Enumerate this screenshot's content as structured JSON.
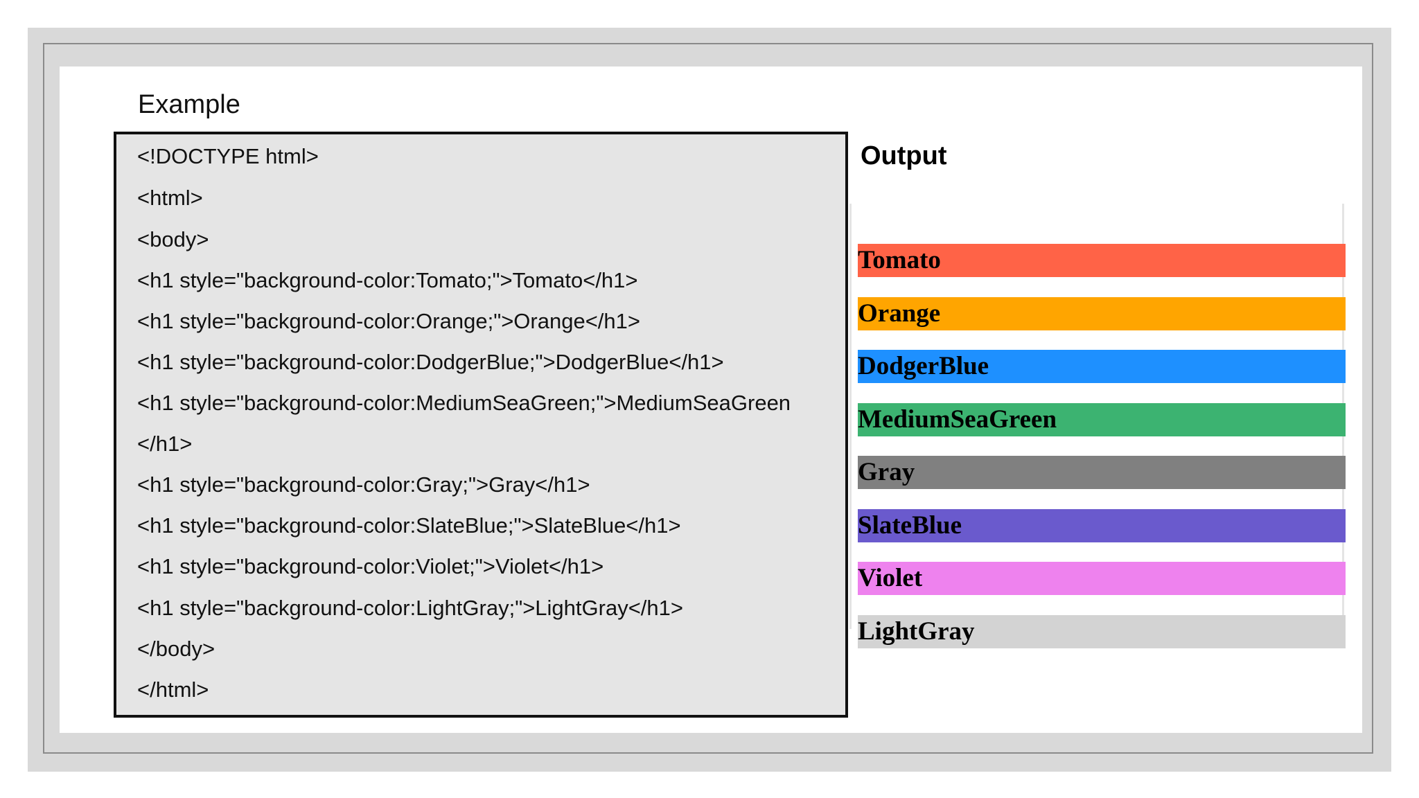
{
  "example": {
    "heading": "Example",
    "code_lines": [
      "<!DOCTYPE html>",
      "<html>",
      "<body>",
      "<h1 style=\"background-color:Tomato;\">Tomato</h1>",
      "<h1 style=\"background-color:Orange;\">Orange</h1>",
      "<h1 style=\"background-color:DodgerBlue;\">DodgerBlue</h1>",
      "<h1 style=\"background-color:MediumSeaGreen;\">MediumSeaGreen",
      "</h1>",
      "<h1 style=\"background-color:Gray;\">Gray</h1>",
      "<h1 style=\"background-color:SlateBlue;\">SlateBlue</h1>",
      "<h1 style=\"background-color:Violet;\">Violet</h1>",
      "<h1 style=\"background-color:LightGray;\">LightGray</h1>",
      "</body>",
      "</html>"
    ]
  },
  "output": {
    "heading": "Output",
    "bars": [
      {
        "label": "Tomato",
        "color": "#ff6347"
      },
      {
        "label": "Orange",
        "color": "#ffa500"
      },
      {
        "label": "DodgerBlue",
        "color": "#1e90ff"
      },
      {
        "label": "MediumSeaGreen",
        "color": "#3cb371"
      },
      {
        "label": "Gray",
        "color": "#808080"
      },
      {
        "label": "SlateBlue",
        "color": "#6a5acd"
      },
      {
        "label": "Violet",
        "color": "#ee82ee"
      },
      {
        "label": "LightGray",
        "color": "#d3d3d3"
      }
    ]
  }
}
